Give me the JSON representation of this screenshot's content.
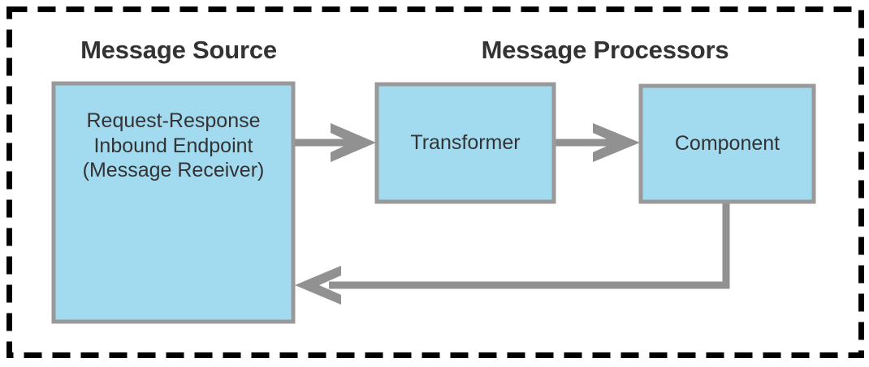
{
  "diagram": {
    "type": "flow-diagram",
    "boundary": {
      "name": "outer-dashed-boundary",
      "style": "dashed",
      "color": "#000000"
    },
    "colors": {
      "node_fill": "#a2daef",
      "node_border": "#999999",
      "connector": "#919191",
      "text": "#333333",
      "boundary": "#000000",
      "background": "#ffffff"
    },
    "groups": [
      {
        "id": "message-source",
        "title": "Message Source"
      },
      {
        "id": "message-processors",
        "title": "Message Processors"
      }
    ],
    "nodes": [
      {
        "id": "inbound-endpoint",
        "group": "message-source",
        "lines": [
          "Request-Response",
          "Inbound Endpoint",
          "(Message Receiver)"
        ]
      },
      {
        "id": "transformer",
        "group": "message-processors",
        "lines": [
          "Transformer"
        ]
      },
      {
        "id": "component",
        "group": "message-processors",
        "lines": [
          "Component"
        ]
      }
    ],
    "connectors": [
      {
        "id": "endpoint-to-transformer",
        "from": "inbound-endpoint",
        "to": "transformer",
        "direction": "right",
        "label": ""
      },
      {
        "id": "transformer-to-component",
        "from": "transformer",
        "to": "component",
        "direction": "right",
        "label": ""
      },
      {
        "id": "component-to-endpoint-response",
        "from": "component",
        "to": "inbound-endpoint",
        "direction": "left",
        "routing": "down-left",
        "label": ""
      }
    ]
  }
}
